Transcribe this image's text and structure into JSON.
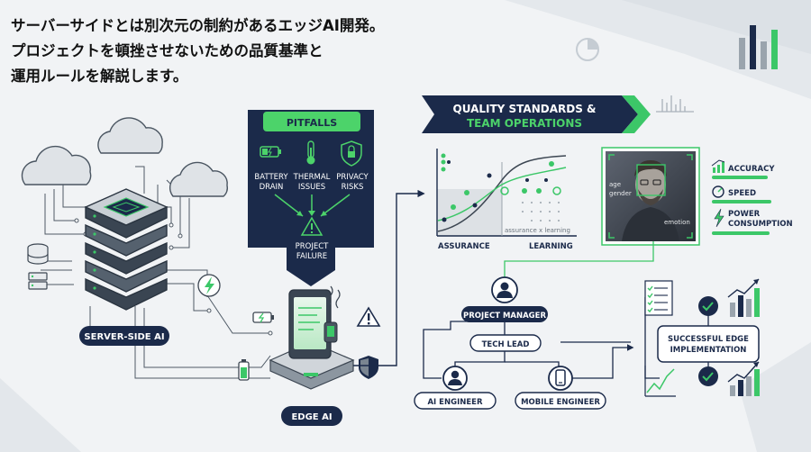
{
  "headline": {
    "line1": "サーバーサイドとは別次元の制約があるエッジAI開発。",
    "line2": "プロジェクトを頓挫させないための品質基準と",
    "line3": "運用ルールを解説します。"
  },
  "left": {
    "server_label": "SERVER-SIDE AI",
    "edge_label": "EDGE AI"
  },
  "pitfalls": {
    "title": "PITFALLS",
    "item1_l1": "BATTERY",
    "item1_l2": "DRAIN",
    "item2_l1": "THERMAL",
    "item2_l2": "ISSUES",
    "item3_l1": "PRIVACY",
    "item3_l2": "RISKS",
    "result_l1": "PROJECT",
    "result_l2": "FAILURE"
  },
  "quality": {
    "title_l1": "QUALITY STANDARDS &",
    "title_l2": "TEAM OPERATIONS",
    "chart_label_left": "ASSURANCE",
    "chart_label_right": "LEARNING",
    "chart_note": "assurance x learning"
  },
  "face": {
    "tag_age": "age",
    "tag_gender": "gender",
    "tag_emotion": "emotion"
  },
  "metrics": {
    "accuracy": "ACCURACY",
    "speed": "SPEED",
    "power_l1": "POWER",
    "power_l2": "CONSUMPTION"
  },
  "team": {
    "pm": "PROJECT MANAGER",
    "tech_lead": "TECH LEAD",
    "ai_engineer": "AI ENGINEER",
    "mobile_engineer": "MOBILE ENGINEER"
  },
  "outcome": {
    "line1": "SUCCESSFUL EDGE",
    "line2": "IMPLEMENTATION"
  },
  "colors": {
    "navy": "#1b2a4a",
    "green": "#3cc768",
    "accent_green": "#4cd36a"
  }
}
